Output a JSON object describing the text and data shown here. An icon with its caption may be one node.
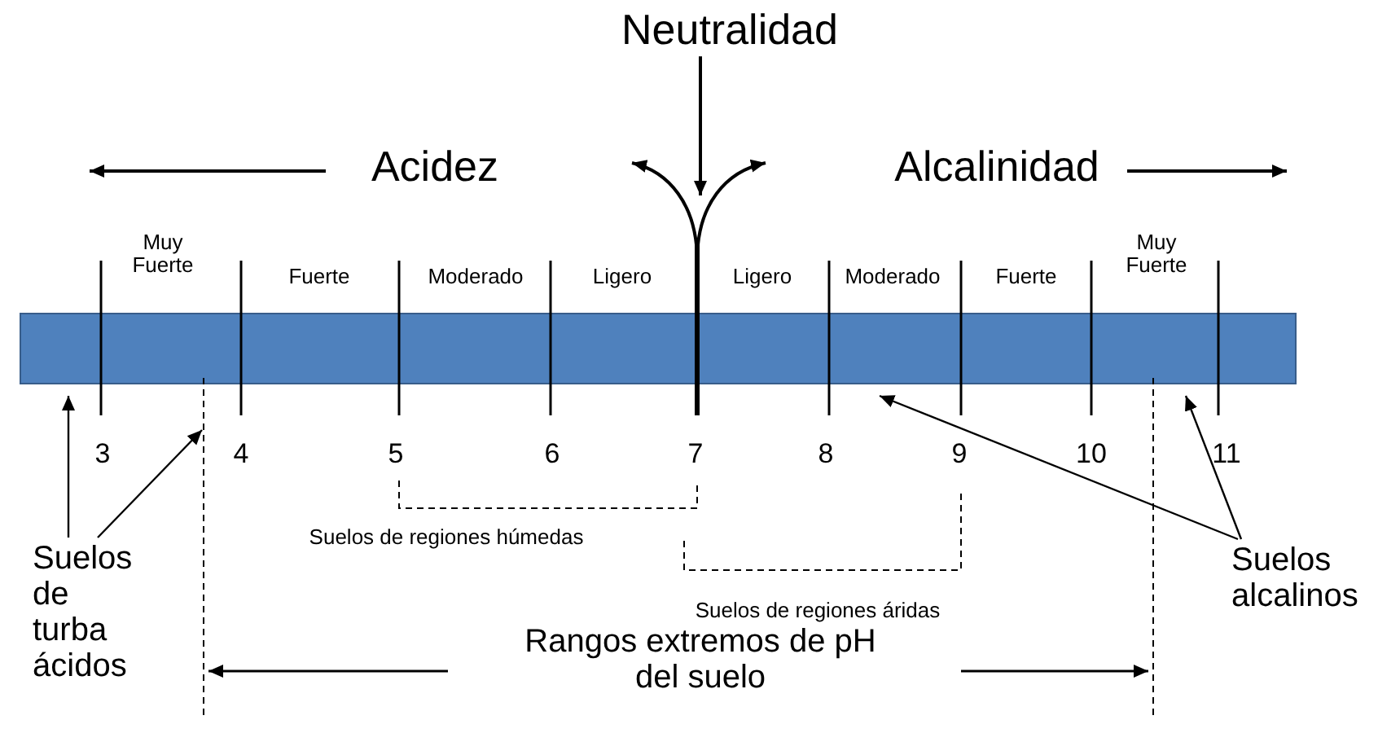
{
  "diagram": {
    "nodes": [
      {
        "text": [
          "Neutralidad"
        ]
      },
      {
        "text": [
          "Suelos de turba ácidos"
        ]
      },
      {
        "text": [
          "Suelos alcalinos"
        ]
      },
      {
        "text": [],
        "shape": "bar"
      }
    ],
    "edges": [
      {
        "from": 0,
        "to": null,
        "arrow": "to"
      },
      {
        "from": 1,
        "to": 3,
        "arrow": "to"
      },
      {
        "from": 1,
        "to": null,
        "arrow": "to"
      },
      {
        "from": 2,
        "to": 3,
        "arrow": "to"
      },
      {
        "from": 2,
        "to": 3,
        "arrow": "to"
      }
    ],
    "labels": [
      "Acidez",
      "Alcalinidad",
      "Muy Fuerte",
      "Fuerte",
      "Moderado",
      "Ligero",
      "Ligero",
      "Moderado",
      "Fuerte",
      "Muy Fuerte",
      "3",
      "4",
      "5",
      "6",
      "7",
      "8",
      "9",
      "10",
      "11",
      "Suelos de regiones húmedas",
      "Suelos de regiones áridas",
      "Rangos extremos de pH del suelo"
    ]
  }
}
